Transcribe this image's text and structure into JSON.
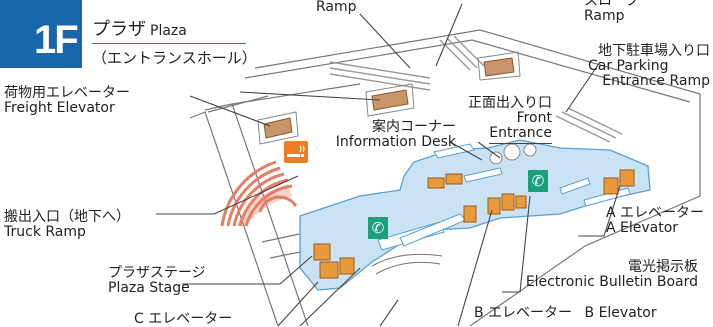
{
  "header": {
    "floor_badge": "1F",
    "floor_name_ja": "プラザ",
    "floor_name_en": "Plaza",
    "floor_subtitle": "（エントランスホール）"
  },
  "labels": {
    "ramp_top": "Ramp",
    "slope": {
      "ja": "スロープ",
      "en": "Ramp"
    },
    "car_parking": {
      "ja": "地下駐車場入り口",
      "en1": "Car Parking",
      "en2": "Entrance Ramp"
    },
    "freight_elevator": {
      "ja": "荷物用エレベーター",
      "en": "Freight Elevator"
    },
    "front_entrance": {
      "ja": "正面出入り口",
      "en1": "Front",
      "en2": "Entrance"
    },
    "information_desk": {
      "ja": "案内コーナー",
      "en": "Information Desk"
    },
    "truck_ramp": {
      "ja": "搬出入口（地下へ）",
      "en": "Truck Ramp"
    },
    "a_elevator": {
      "ja": "A エレベーター",
      "en": "A Elevator"
    },
    "plaza_stage": {
      "ja": "プラザステージ",
      "en": "Plaza Stage"
    },
    "bulletin_board": {
      "ja": "電光掲示板",
      "en": "Electronic Bulletin Board"
    },
    "b_elevator": {
      "ja": "B エレベーター",
      "en": "B Elevator"
    },
    "c_elevator": {
      "ja": "C エレベーター"
    }
  },
  "icons": {
    "smoking_area": "smoking-icon",
    "telephone": "telephone-icon"
  },
  "colors": {
    "badge_blue": "#1a66ad",
    "floor_area": "#c9e3f5",
    "floor_outline": "#5b9fd6",
    "elevator": "#e99a3b",
    "stage": "#e47e68",
    "phone": "#1aa07b",
    "smoking": "#ef7d22"
  }
}
